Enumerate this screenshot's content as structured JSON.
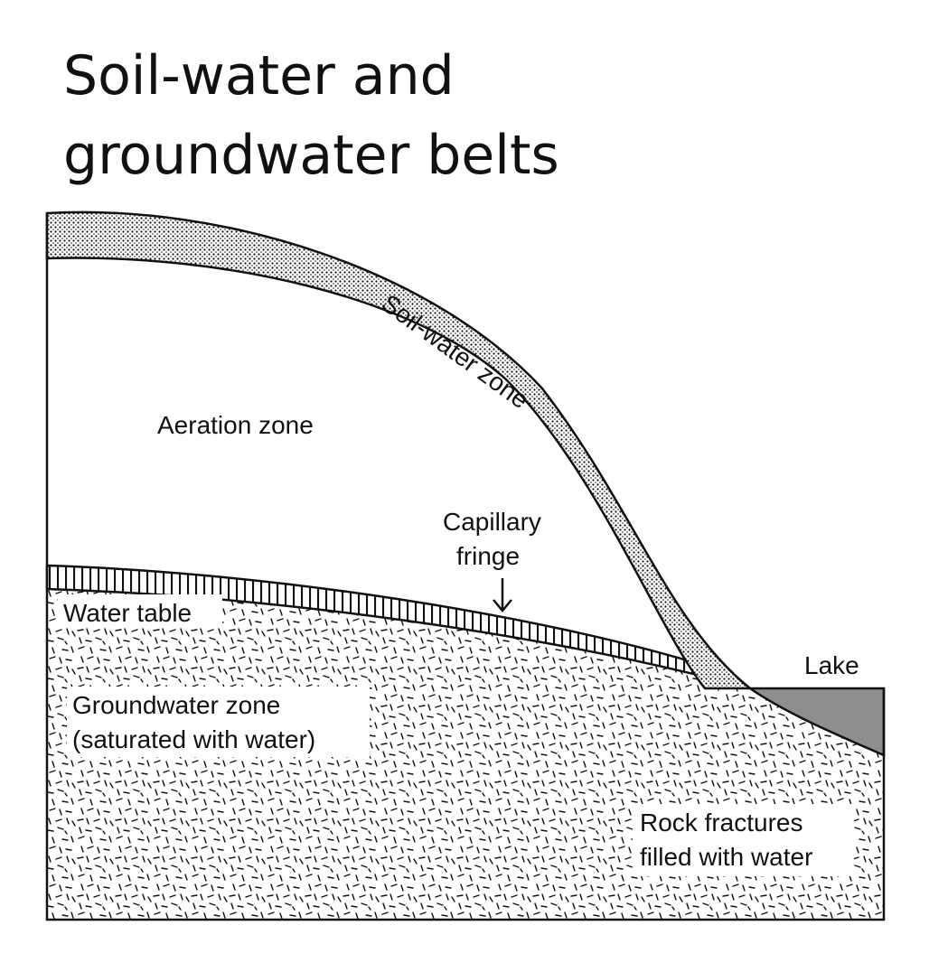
{
  "title": {
    "line1": "Soil-water and",
    "line2": "groundwater belts"
  },
  "labels": {
    "soil_water_zone": "Soil-water zone",
    "aeration_zone": "Aeration zone",
    "capillary_fringe_line1": "Capillary",
    "capillary_fringe_line2": "fringe",
    "water_table": "Water table",
    "lake": "Lake",
    "groundwater_line1": "Groundwater zone",
    "groundwater_line2": "(saturated with water)",
    "rock_line1": "Rock fractures",
    "rock_line2": "filled with water"
  },
  "colors": {
    "ink": "#111111",
    "lake_fill": "#8e8e8e",
    "background": "#ffffff"
  }
}
